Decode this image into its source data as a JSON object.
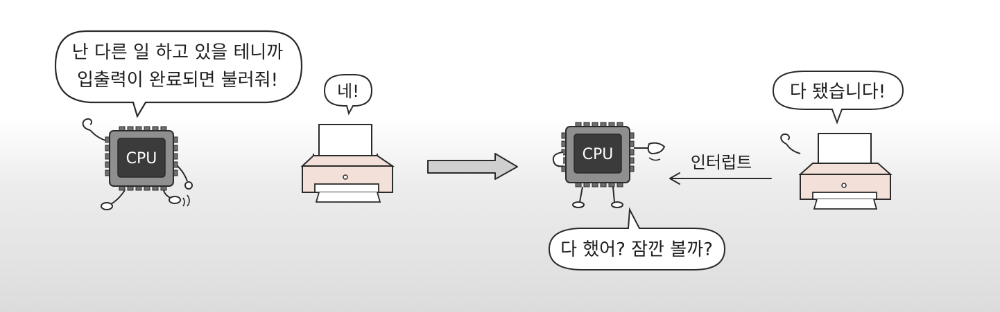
{
  "scene_left": {
    "cpu_speech_line1": "난 다른 일 하고 있을 테니까",
    "cpu_speech_line2": "입출력이 완료되면 불러줘!",
    "cpu_label": "CPU",
    "printer_speech": "네!"
  },
  "scene_right": {
    "cpu_label": "CPU",
    "cpu_speech": "다 했어? 잠깐 볼까?",
    "printer_speech": "다 됐습니다!",
    "interrupt_label": "인터럽트"
  },
  "colors": {
    "chip_body": "#8f8f8f",
    "chip_screen": "#3b3b3b",
    "printer_body": "#f3e0d9",
    "outline": "#2a2a2a",
    "arrow_fill": "#cfcfcf"
  }
}
